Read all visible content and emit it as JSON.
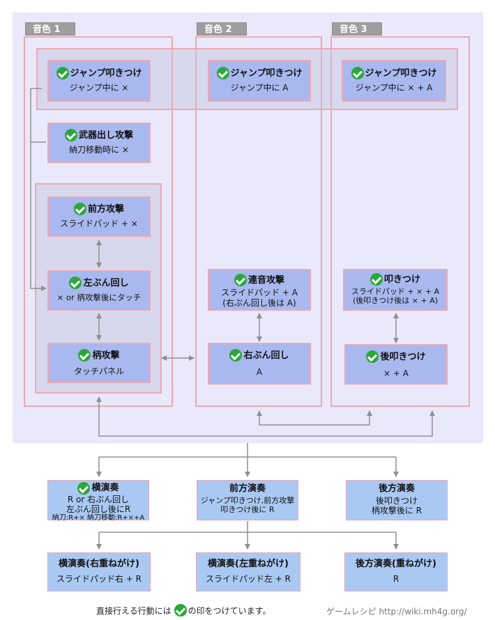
{
  "tabs": [
    "音色 1",
    "音色 2",
    "音色 3"
  ],
  "nodes": {
    "jump1": {
      "title": "ジャンプ叩きつけ",
      "desc": [
        "ジャンプ中に ×"
      ],
      "check": true
    },
    "jump2": {
      "title": "ジャンプ叩きつけ",
      "desc": [
        "ジャンプ中に A"
      ],
      "check": true
    },
    "jump3": {
      "title": "ジャンプ叩きつけ",
      "desc": [
        "ジャンプ中に × + A"
      ],
      "check": true
    },
    "weapon": {
      "title": "武器出し攻撃",
      "desc": [
        "納刀移動時に ×"
      ],
      "check": true
    },
    "forward": {
      "title": "前方攻撃",
      "desc": [
        "スライドパッド + ×"
      ],
      "check": true
    },
    "leftspin": {
      "title": "左ぶん回し",
      "desc": [
        "× or 柄攻撃後にタッチ"
      ],
      "check": true
    },
    "hilt": {
      "title": "柄攻撃",
      "desc": [
        "タッチパネル"
      ],
      "check": true
    },
    "rapid": {
      "title": "連音攻撃",
      "desc": [
        "スライドパッド + A",
        "(右ぶん回し後は A)"
      ],
      "check": true
    },
    "rightspin": {
      "title": "右ぶん回し",
      "desc": [
        "A"
      ],
      "check": true
    },
    "slam": {
      "title": "叩きつけ",
      "desc": [
        "スライドパッド + × + A",
        "(後叩きつけ後は × + A)"
      ],
      "check": true
    },
    "backslam": {
      "title": "後叩きつけ",
      "desc": [
        "× + A"
      ],
      "check": true
    }
  },
  "performances": {
    "side": {
      "title": "横演奏",
      "desc": [
        "R or 右ぶん回し",
        "左ぶん回し後にR",
        "納刀:R+× 納刀移動:R+×+A"
      ],
      "check": true
    },
    "front": {
      "title": "前方演奏",
      "desc": [
        "ジャンプ叩きつけ,前方攻撃",
        "叩きつけ後に R"
      ],
      "check": false
    },
    "back": {
      "title": "後方演奏",
      "desc": [
        "後叩きつけ",
        "柄攻撃後に R"
      ],
      "check": false
    },
    "side_right": {
      "title": "横演奏(右重ねがけ)",
      "desc": [
        "スライドパッド右 + R"
      ],
      "check": false
    },
    "side_left": {
      "title": "横演奏(左重ねがけ)",
      "desc": [
        "スライドパッド左 + R"
      ],
      "check": false
    },
    "back_overlay": {
      "title": "後方演奏(重ねがけ)",
      "desc": [
        "R"
      ],
      "check": false
    }
  },
  "footer": {
    "note_before": "直接行える行動には",
    "note_after": "の印をつけています。",
    "credit": "ゲームレシピ http://wiki.mh4g.org/"
  },
  "colors": {
    "panel_bg": "#e9e9fb",
    "node_bg": "#a9b9ef",
    "node_border": "#f0a7b0",
    "performance_bg": "#a9c9f3",
    "check_green": "#2aa83a",
    "arrow": "#8f8f8f"
  }
}
